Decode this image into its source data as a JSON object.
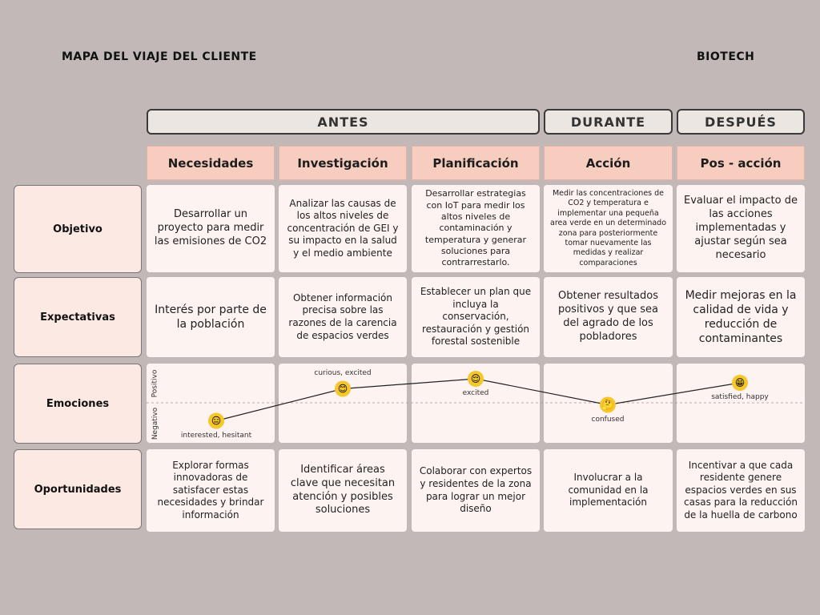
{
  "header": {
    "title": "MAPA DEL VIAJE DEL CLIENTE",
    "brand": "BIOTECH"
  },
  "phases": [
    "ANTES",
    "DURANTE",
    "DESPUÉS"
  ],
  "stages": [
    "Necesidades",
    "Investigación",
    "Planificación",
    "Acción",
    "Pos - acción"
  ],
  "rows": {
    "objetivo": {
      "label": "Objetivo",
      "cells": [
        "Desarrollar un proyecto para medir las emisiones de CO2",
        "Analizar las causas de los altos niveles de concentración de GEI y su impacto en la salud y el medio ambiente",
        "Desarrollar estrategias con IoT para medir los altos niveles de contaminación y temperatura y generar soluciones para contrarrestarlo.",
        "Medir las concentraciones de CO2 y temperatura  e implementar una pequeña area verde en un determinado zona para posteriormente tomar nuevamente las medidas y realizar comparaciones",
        "Evaluar el impacto de las acciones implementadas y ajustar según sea necesario"
      ]
    },
    "expectativas": {
      "label": "Expectativas",
      "cells": [
        "Interés por parte de la población",
        "Obtener información precisa sobre las razones de la carencia de espacios verdes",
        "Establecer un plan que incluya la conservación, restauración y gestión forestal sostenible",
        "Obtener resultados positivos y que sea del agrado de los pobladores",
        "Medir mejoras en la calidad de vida y reducción de contaminantes"
      ]
    },
    "emociones": {
      "label": "Emociones",
      "axis_positive": "Positivo",
      "axis_negative": "Negativo",
      "points": [
        {
          "label": "interested, hesitant",
          "level": -0.45,
          "face": "😑"
        },
        {
          "label": "curious, excited",
          "level": 0.35,
          "face": "😊"
        },
        {
          "label": "excited",
          "level": 0.6,
          "face": "😌"
        },
        {
          "label": "confused",
          "level": -0.05,
          "face": "🤔"
        },
        {
          "label": "satisfied, happy",
          "level": 0.5,
          "face": "😁"
        }
      ]
    },
    "oportunidades": {
      "label": "Oportunidades",
      "cells": [
        "Explorar formas innovadoras de satisfacer estas necesidades y brindar información",
        "Identificar áreas clave que necesitan atención y posibles soluciones",
        "Colaborar con expertos y residentes de la zona para lograr un mejor diseño",
        "Involucrar a la comunidad en la implementación",
        "Incentivar a que cada residente genere espacios verdes en sus casas para la reducción de la huella de carbono"
      ]
    }
  },
  "colors": {
    "background": "#c1b8b7",
    "stage_fill": "#f7cdbf",
    "cell_fill": "#fdf3f0",
    "label_fill": "#fde9e3",
    "emoji": "#f5c72a"
  }
}
